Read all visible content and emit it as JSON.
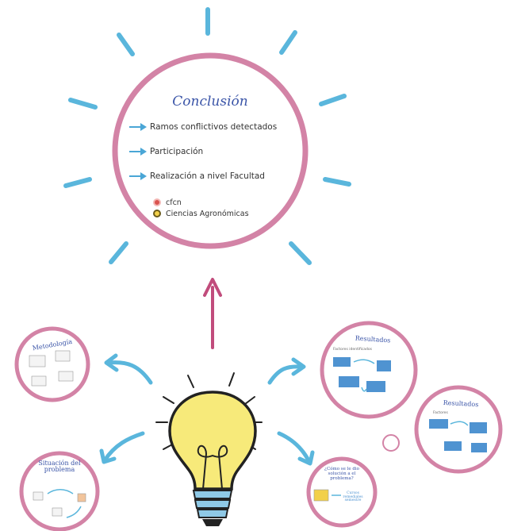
{
  "conclusion": {
    "title": "Conclusión",
    "bullets": [
      "Ramos conflictivos detectados",
      "Participación",
      "Realización a nivel Facultad"
    ],
    "legend": [
      {
        "label": "cfcn",
        "icon": "red-circle-icon"
      },
      {
        "label": "Ciencias Agronómicas",
        "icon": "yellow-face-icon"
      }
    ]
  },
  "frames": {
    "metodologia": {
      "title": "Metodología"
    },
    "situacion": {
      "title_line1": "Situación del",
      "title_line2": "problema"
    },
    "resultados_1": {
      "title": "Resultados",
      "subtitle": "Factores identificados"
    },
    "resultados_2": {
      "title": "Resultados",
      "subtitle": "Factores"
    },
    "solucion": {
      "title_line1": "¿Cómo se le dio",
      "title_line2": "solución a el",
      "title_line3": "problema?",
      "note_line1": "Cursos",
      "note_line2": "remediales",
      "note_line3": "semestre"
    }
  },
  "colors": {
    "ring": "#d383a6",
    "ray": "#5ab6dc",
    "arrow_blue": "#4aa6d6",
    "arrow_pink": "#c14c7c",
    "bulb": "#f7ea7a",
    "bulb_base": "#8fc9e6"
  }
}
